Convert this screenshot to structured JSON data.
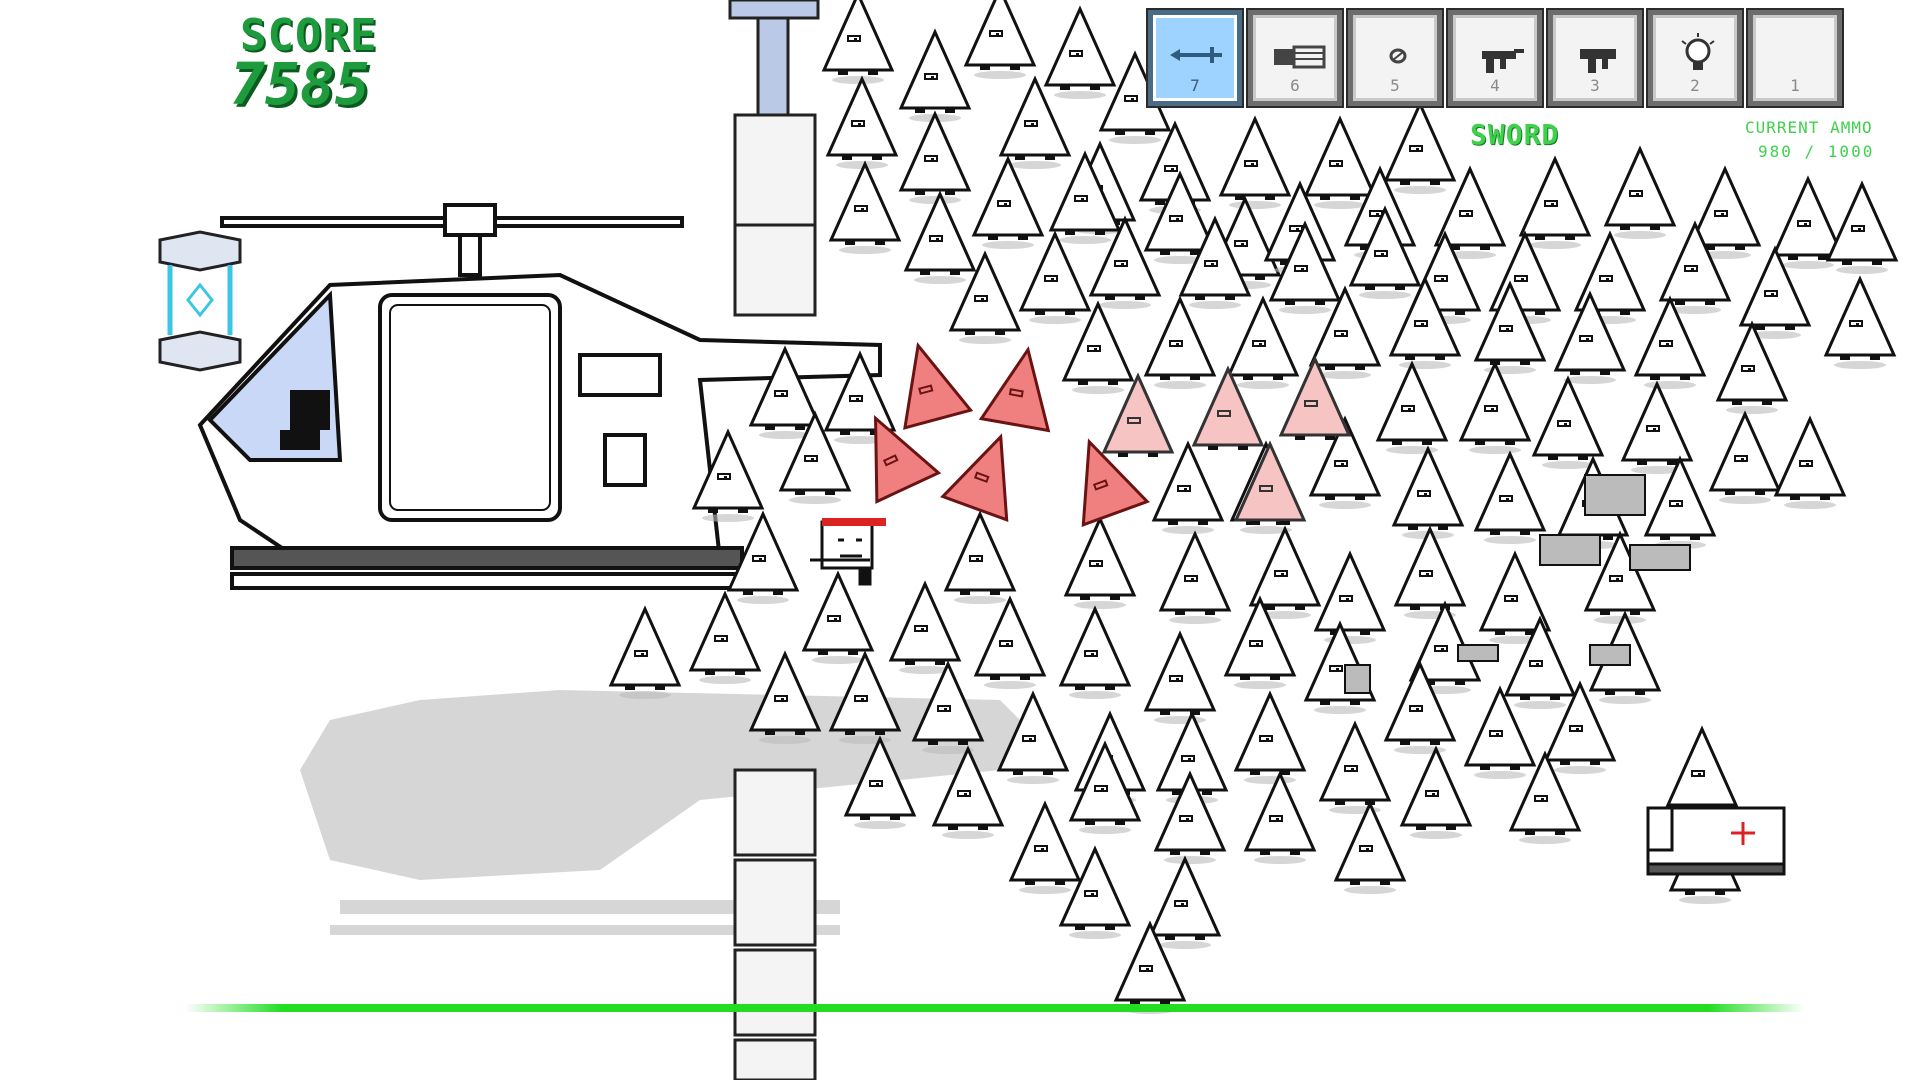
{
  "hud": {
    "score_label": "SCORE",
    "score_value": "7585",
    "weapon_name": "SWORD",
    "ammo_label": "CURRENT AMMO",
    "ammo_value": "980 / 1000"
  },
  "hotbar": {
    "selected": 0,
    "slots": [
      {
        "number": "7",
        "icon": "sword-icon"
      },
      {
        "number": "6",
        "icon": "minigun-icon"
      },
      {
        "number": "5",
        "icon": "grenade-icon"
      },
      {
        "number": "4",
        "icon": "rifle-icon"
      },
      {
        "number": "3",
        "icon": "smg-icon"
      },
      {
        "number": "2",
        "icon": "lightbulb-icon"
      },
      {
        "number": "1",
        "icon": "empty-slot-icon"
      }
    ]
  },
  "colors": {
    "score_green": "#1e9b3c",
    "hud_green": "#3fd14c",
    "ground_green": "#22dd22",
    "selected_slot": "#9fd3ff",
    "damaged_enemy": "#f08080"
  }
}
